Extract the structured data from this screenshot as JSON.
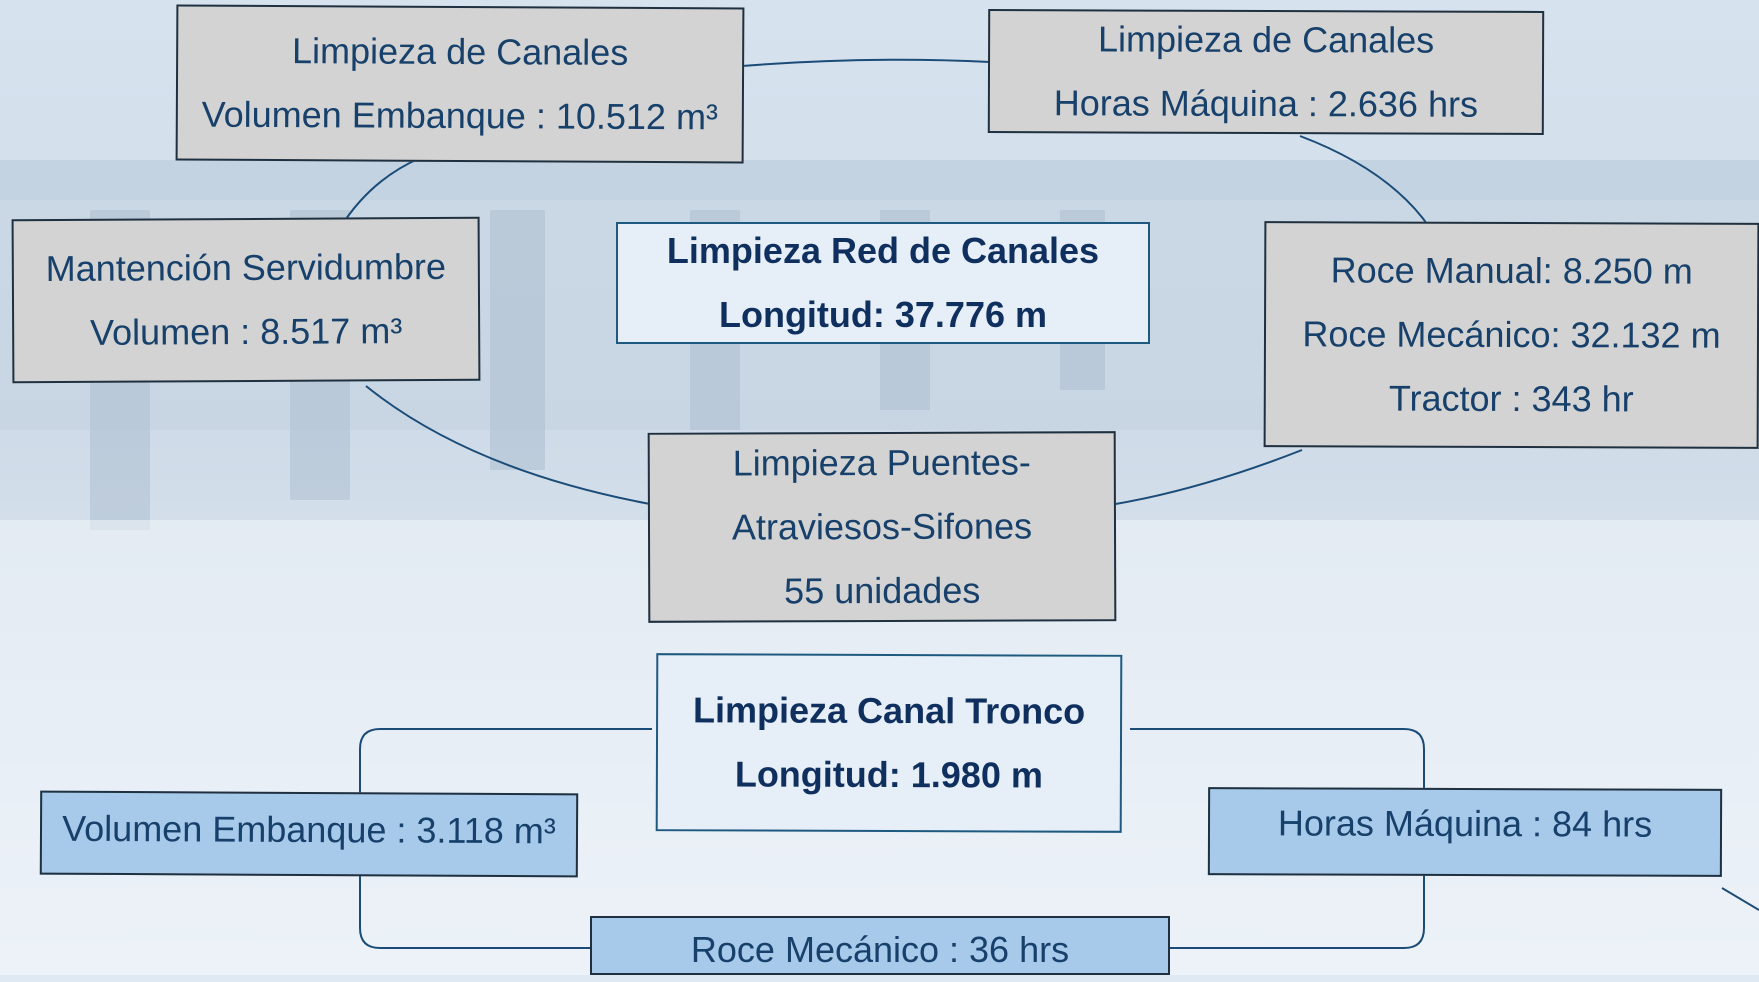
{
  "colors": {
    "text": "#17406b",
    "connector": "#1b4c78",
    "grey_box": "#d3d3d3",
    "light_box": "#e6eef7",
    "blue_box": "#a7c9ea"
  },
  "nodes": {
    "canales_volumen": {
      "title": "Limpieza de Canales",
      "value": "Volumen Embanque : 10.512 m³"
    },
    "canales_horas": {
      "title": "Limpieza de Canales",
      "value": "Horas Máquina : 2.636 hrs"
    },
    "servidumbre": {
      "title": "Mantención Servidumbre",
      "value": "Volumen : 8.517 m³"
    },
    "red_canales": {
      "title": "Limpieza Red de Canales",
      "value": "Longitud: 37.776 m"
    },
    "roce": {
      "line1": "Roce Manual: 8.250 m",
      "line2": "Roce Mecánico: 32.132 m",
      "line3": "Tractor : 343 hr"
    },
    "puentes": {
      "line1": "Limpieza Puentes-",
      "line2": "Atraviesos-Sifones",
      "line3": "55 unidades"
    },
    "canal_tronco": {
      "title": "Limpieza Canal Tronco",
      "value": "Longitud: 1.980 m"
    },
    "tronco_volumen": {
      "text": "Volumen Embanque : 3.118 m³"
    },
    "tronco_horas": {
      "text": "Horas Máquina : 84 hrs"
    },
    "tronco_roce": {
      "text": "Roce Mecánico : 36 hrs"
    }
  }
}
